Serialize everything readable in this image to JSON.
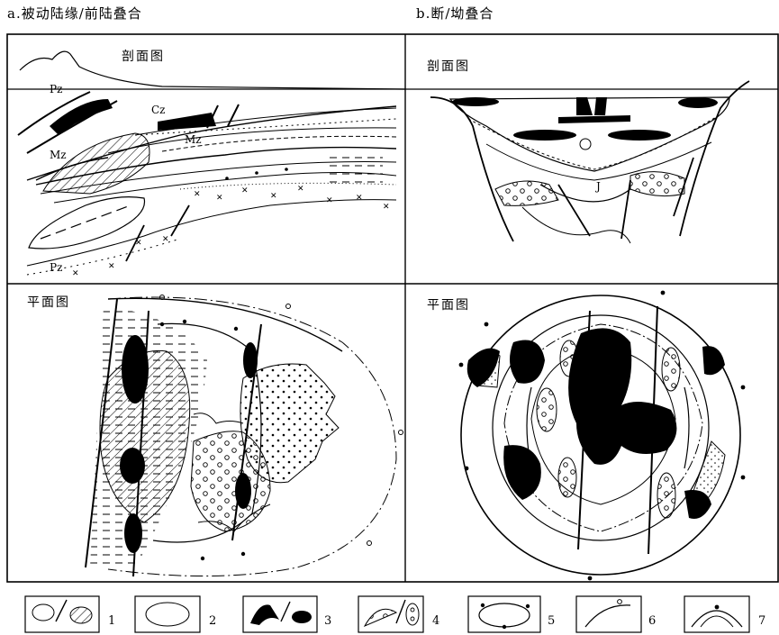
{
  "captions": {
    "a": "a.被动陆缘/前陆叠合",
    "b": "b.断/坳叠合"
  },
  "panels": {
    "profile_label_a": "剖面图",
    "profile_label_b": "剖面图",
    "plan_label_a": "平面图",
    "plan_label_b": "平面图"
  },
  "section_labels": {
    "pz_top": "Pz",
    "cz": "Cz",
    "mz_right": "Mz",
    "mz_left": "Mz",
    "pz_bottom": "Pz",
    "j": "J"
  },
  "legend": {
    "items": [
      "1",
      "2",
      "3",
      "4",
      "5",
      "6",
      "7"
    ]
  }
}
